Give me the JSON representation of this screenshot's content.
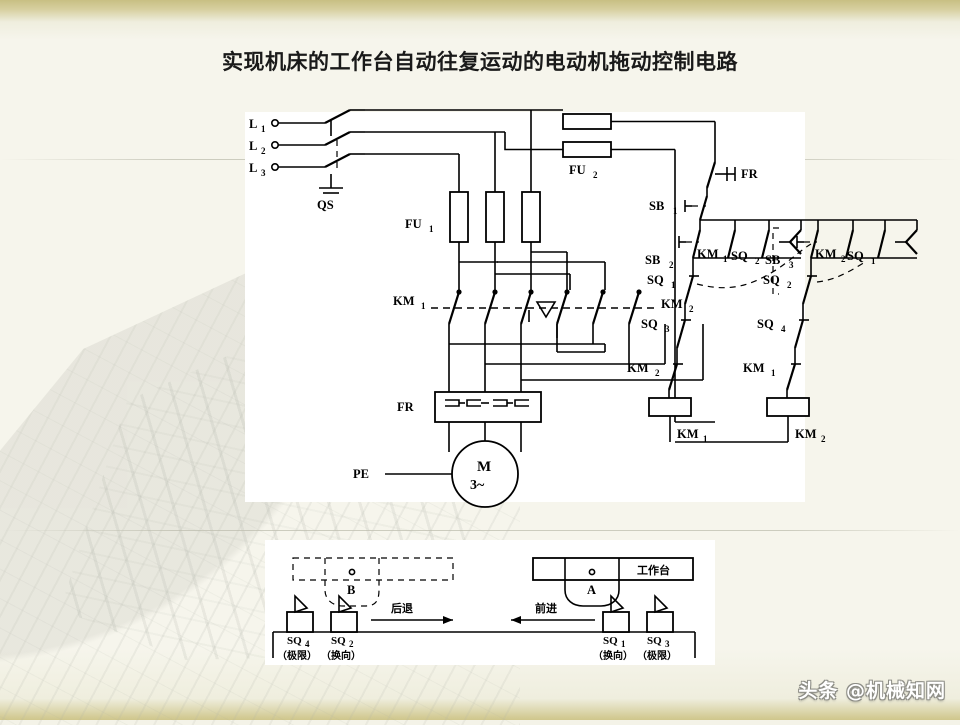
{
  "slide": {
    "title": "实现机床的工作台自动往复运动的电动机拖动控制电路",
    "watermark": "头条 @机械知网",
    "accent_color": "#c8bf83",
    "background_color": "#f6f5ec",
    "panel_color": "#ffffff",
    "line_color": "#000000"
  },
  "power_circuit": {
    "supply_terminals": [
      "L",
      "L",
      "L"
    ],
    "supply_subscripts": [
      "1",
      "2",
      "3"
    ],
    "disconnect_label": "QS",
    "fuse_main_label": "FU",
    "fuse_main_sub": "1",
    "fuse_control_label": "FU",
    "fuse_control_sub": "2",
    "contactor_left_label": "KM",
    "contactor_left_sub": "1",
    "contactor_right_label": "KM",
    "contactor_right_sub": "2",
    "thermal_relay_label": "FR",
    "motor_label": "M",
    "motor_phase": "3~",
    "earth_label": "PE"
  },
  "control_circuit": {
    "thermal_contact": "FR",
    "stop_button": "SB",
    "stop_button_sub": "1",
    "forward_button": "SB",
    "forward_button_sub": "2",
    "reverse_button": "SB",
    "reverse_button_sub": "3",
    "seal_left": "KM",
    "seal_left_sub": "1",
    "seal_right": "KM",
    "seal_right_sub": "2",
    "limit_sq1": "SQ",
    "limit_sq1_sub": "1",
    "limit_sq2": "SQ",
    "limit_sq2_sub": "2",
    "limit_sq3": "SQ",
    "limit_sq3_sub": "3",
    "limit_sq4": "SQ",
    "limit_sq4_sub": "4",
    "interlock_left": "KM",
    "interlock_left_sub": "2",
    "interlock_right": "KM",
    "interlock_right_sub": "1",
    "coil_left": "KM",
    "coil_left_sub": "1",
    "coil_right": "KM",
    "coil_right_sub": "2"
  },
  "travel_diagram": {
    "worktable_label": "工作台",
    "dog_a": "A",
    "dog_b": "B",
    "arrow_backward": "后退",
    "arrow_forward": "前进",
    "switches": [
      {
        "name": "SQ",
        "sub": "4",
        "note": "（极限）"
      },
      {
        "name": "SQ",
        "sub": "2",
        "note": "（换向）"
      },
      {
        "name": "SQ",
        "sub": "1",
        "note": "（换向）"
      },
      {
        "name": "SQ",
        "sub": "3",
        "note": "（极限）"
      }
    ]
  }
}
